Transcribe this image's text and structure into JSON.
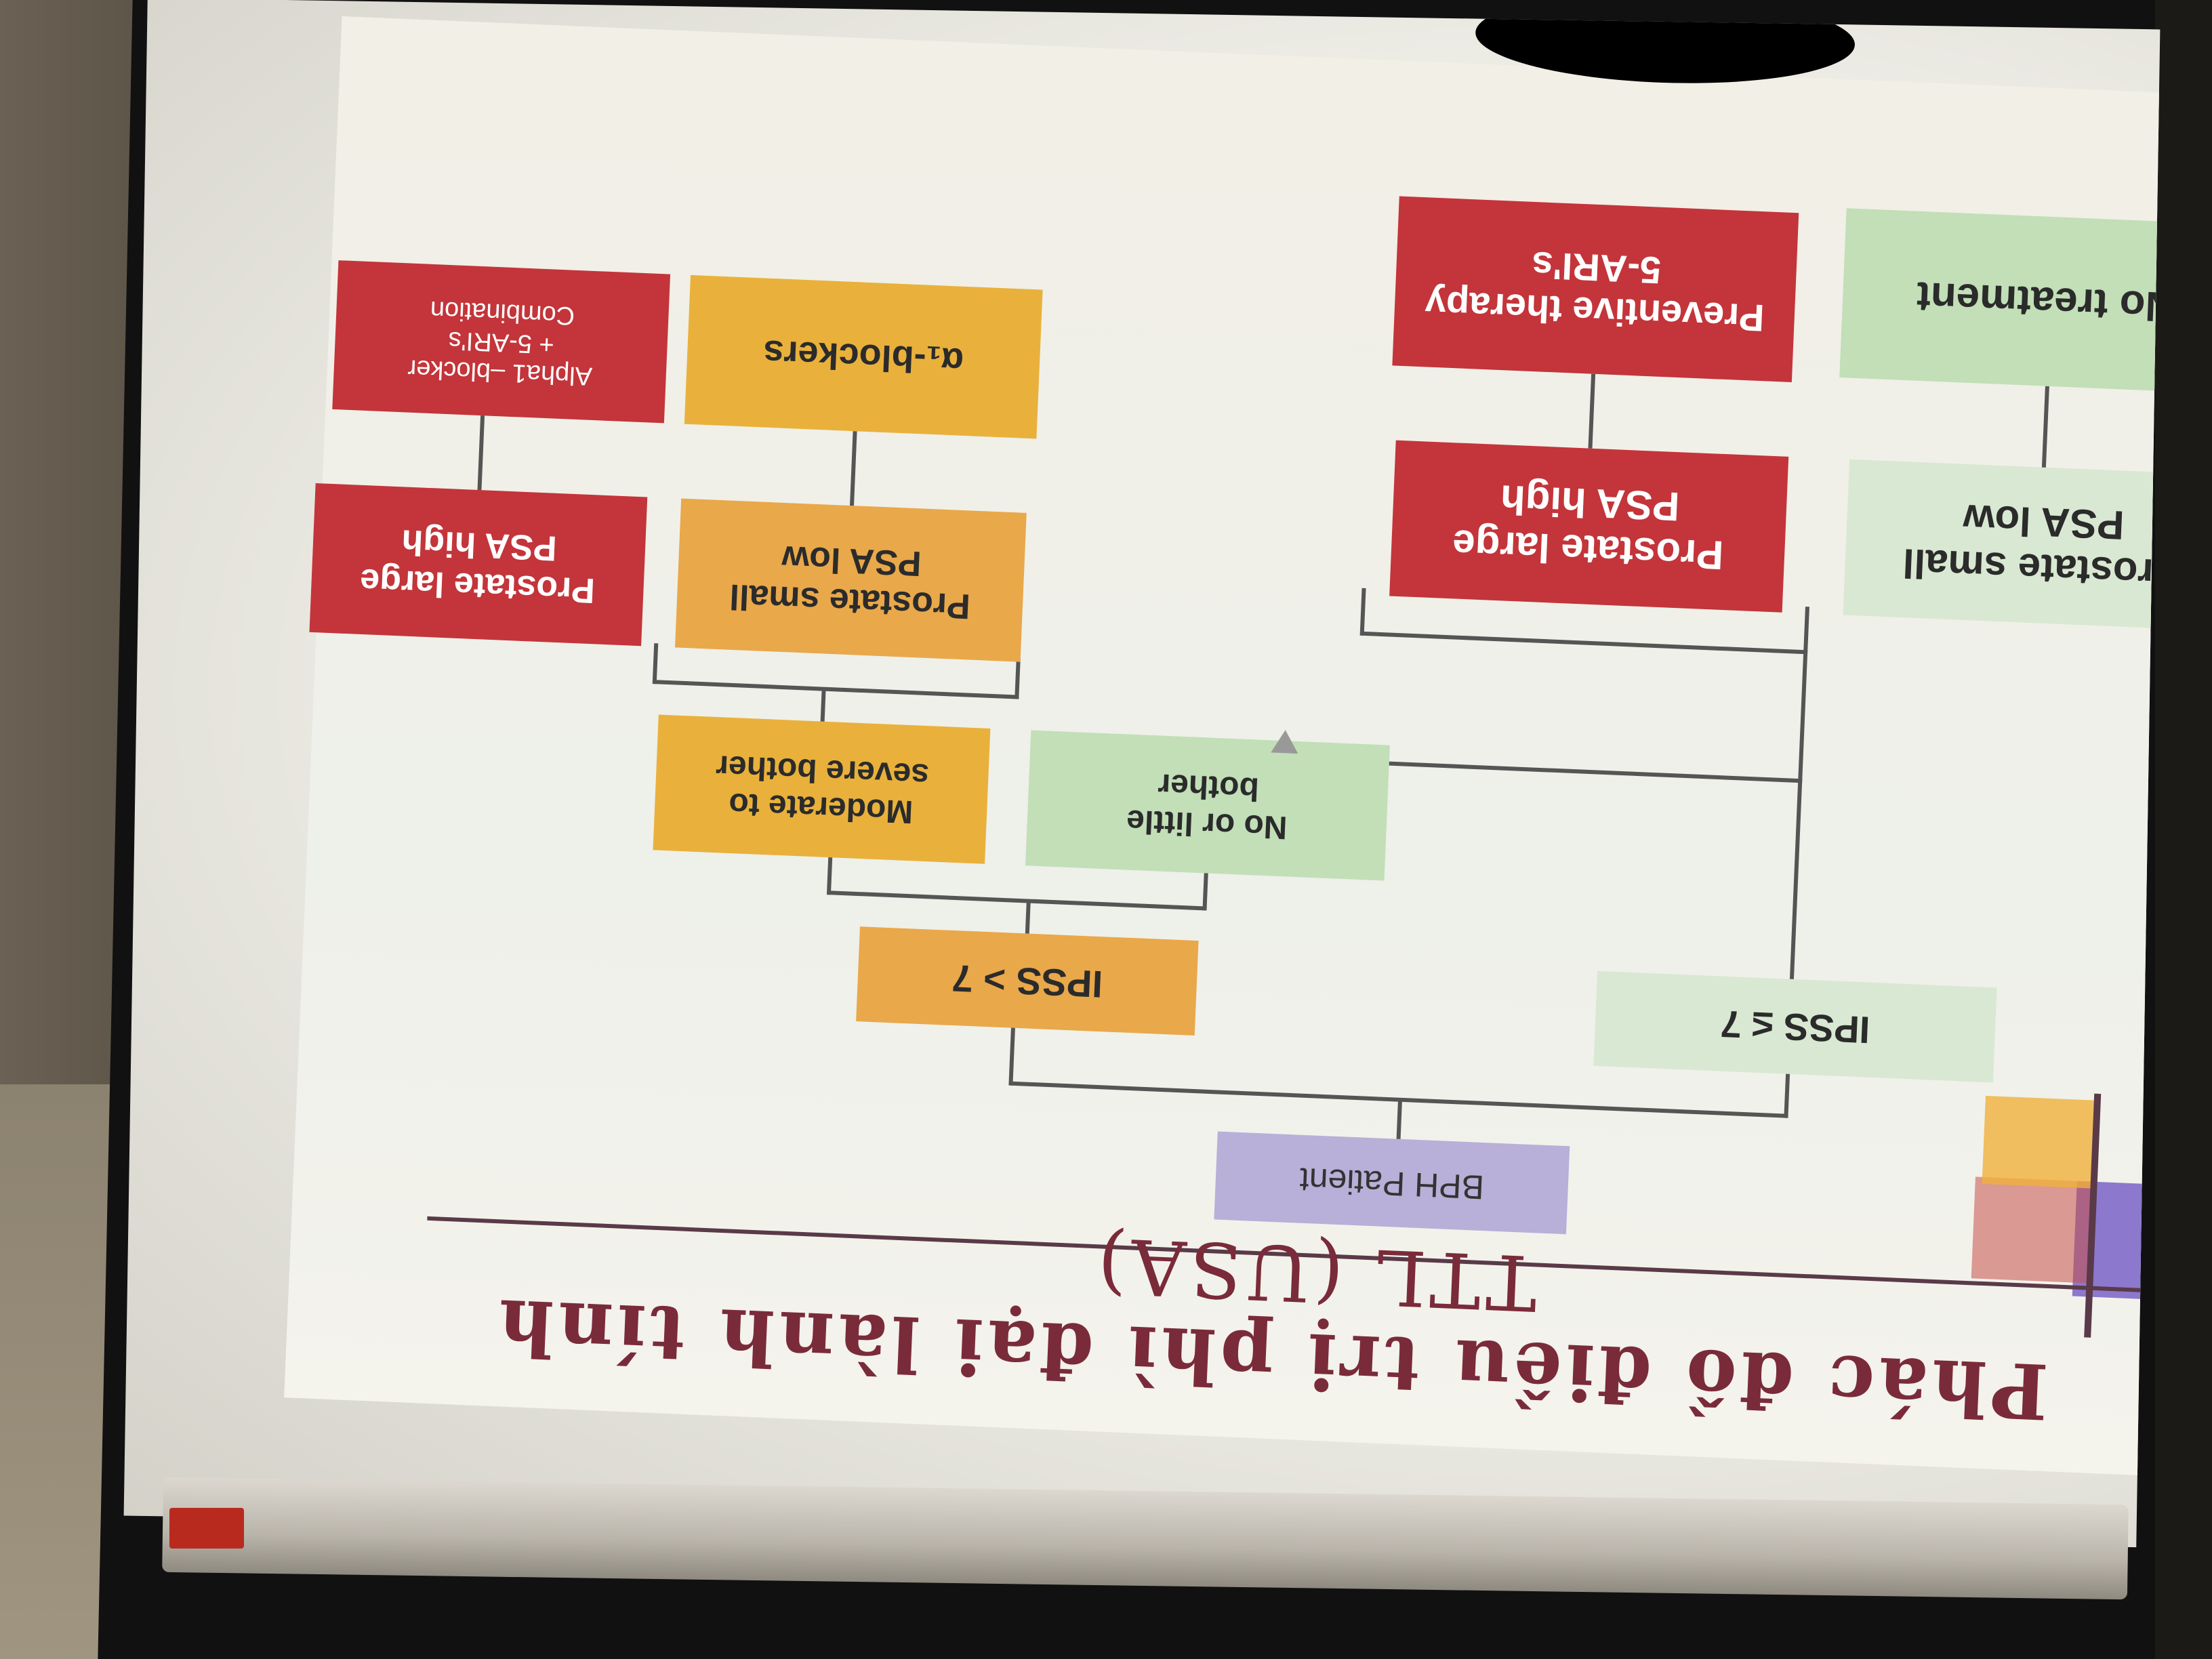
{
  "slide": {
    "title_line1": "Phác đồ điều trị phì đại lành tính",
    "title_line2": "TTL (USA)",
    "root": "BPH Patient",
    "ipss_low": "IPSS ≤ 7",
    "ipss_high": "IPSS > 7",
    "bother_low": [
      "No or little",
      "bother"
    ],
    "bother_high": [
      "Moderate to",
      "severe bother"
    ],
    "leaf1": [
      "Prostate small",
      "PSA low"
    ],
    "leaf2": [
      "Prostate large",
      "PSA high"
    ],
    "leaf3": [
      "Prostate small",
      "PSA low"
    ],
    "leaf4": [
      "Prostate large",
      "PSA high"
    ],
    "treat1": "No treatment",
    "treat2": [
      "Preventive therapy",
      "5-ARI's"
    ],
    "treat3": "α₁-blockers",
    "treat4": [
      "Alpha1 –blocker",
      "+ 5-ARI's",
      "Combination"
    ]
  },
  "colors": {
    "red": "#c3353a",
    "green": "#c2dfb8",
    "yellow": "#e9b13b",
    "lavender": "#b8b0d8",
    "title": "#7a2b3a"
  }
}
